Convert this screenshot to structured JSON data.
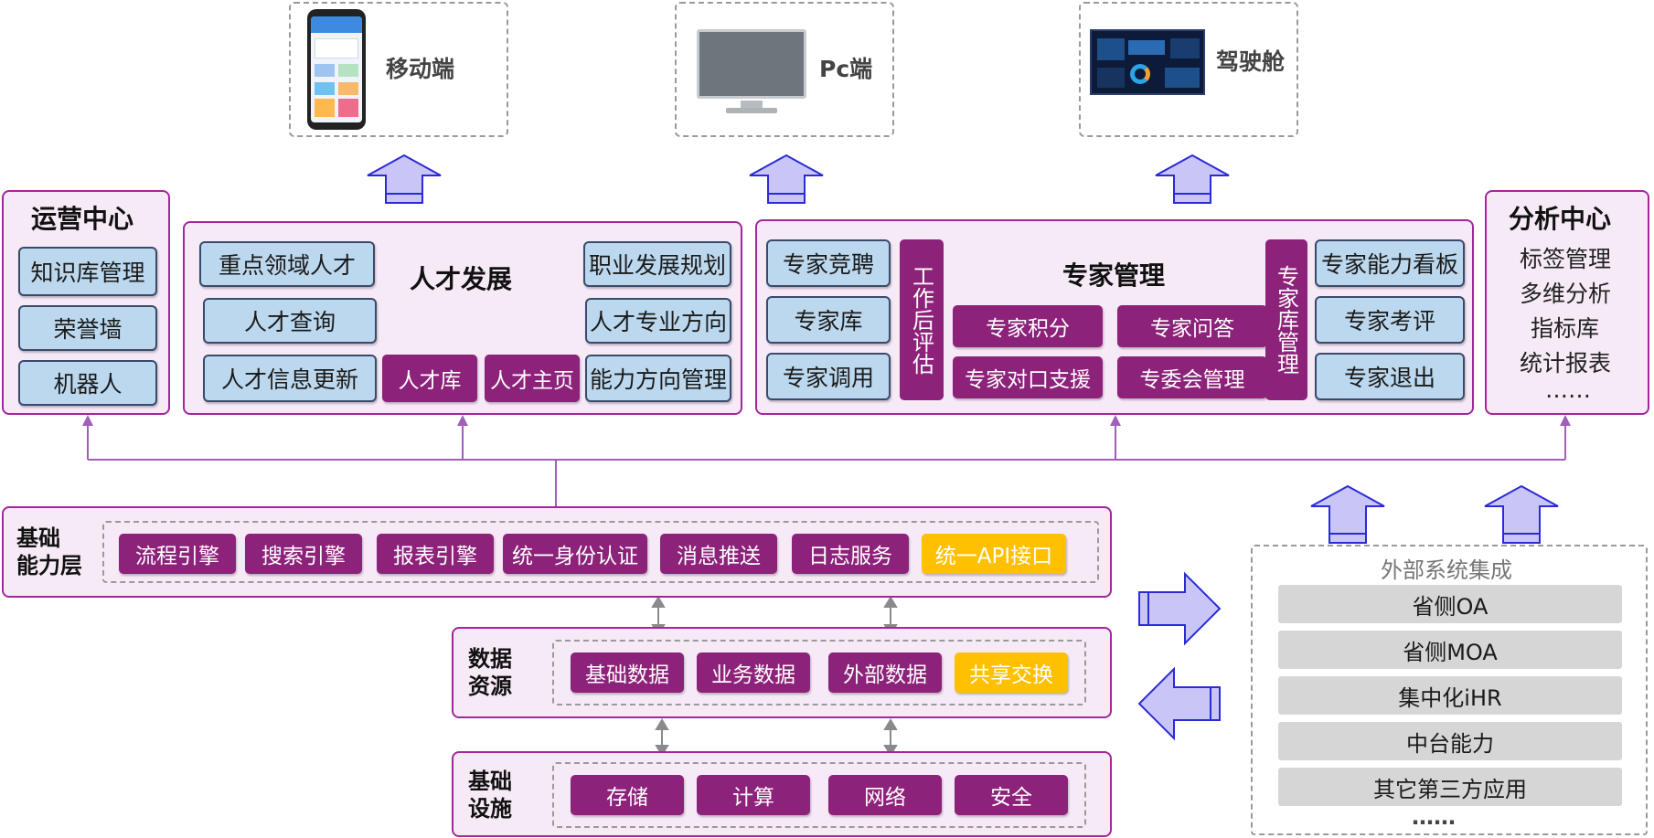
{
  "devices": {
    "mobile": "移动端",
    "pc": "Pc端",
    "cockpit": "驾驶舱"
  },
  "ops_center": {
    "title": "运营中心",
    "items": [
      "知识库管理",
      "荣誉墙",
      "机器人"
    ]
  },
  "talent": {
    "title": "人才发展",
    "left_items": [
      "重点领域人才",
      "人才查询",
      "人才信息更新"
    ],
    "purple_items": [
      "人才库",
      "人才主页"
    ],
    "right_items": [
      "职业发展规划",
      "人才专业方向",
      "能力方向管理"
    ]
  },
  "expert": {
    "title": "专家管理",
    "left_items": [
      "专家竞聘",
      "专家库",
      "专家调用"
    ],
    "vertical_left": "工作后评估",
    "middle_items": [
      "专家积分",
      "专家问答",
      "专家对口支援",
      "专委会管理"
    ],
    "vertical_right": "专家库管理",
    "right_items": [
      "专家能力看板",
      "专家考评",
      "专家退出"
    ]
  },
  "analysis_center": {
    "title": "分析中心",
    "items": [
      "标签管理",
      "多维分析",
      "指标库",
      "统计报表",
      "……"
    ]
  },
  "base_capability": {
    "label_line1": "基础",
    "label_line2": "能力层",
    "items": [
      "流程引擎",
      "搜索引擎",
      "报表引擎",
      "统一身份认证",
      "消息推送",
      "日志服务"
    ],
    "highlight": "统一API接口"
  },
  "data_resources": {
    "label_line1": "数据",
    "label_line2": "资源",
    "items": [
      "基础数据",
      "业务数据",
      "外部数据"
    ],
    "highlight": "共享交换"
  },
  "infrastructure": {
    "label_line1": "基础",
    "label_line2": "设施",
    "items": [
      "存储",
      "计算",
      "网络",
      "安全"
    ]
  },
  "external": {
    "title": "外部系统集成",
    "items": [
      "省侧OA",
      "省侧MOA",
      "集中化iHR",
      "中台能力",
      "其它第三方应用"
    ],
    "ellipsis": "……"
  },
  "colors": {
    "panel_border": "#a4269b",
    "panel_bg": "#f7eaf7",
    "chip_purple": "#8c2279",
    "chip_blue": "#bcd8ee",
    "chip_yellow": "#ffc000",
    "arrow_fill": "#c9c6f7",
    "arrow_stroke": "#2b2bd6",
    "connector": "#a05fb8"
  }
}
